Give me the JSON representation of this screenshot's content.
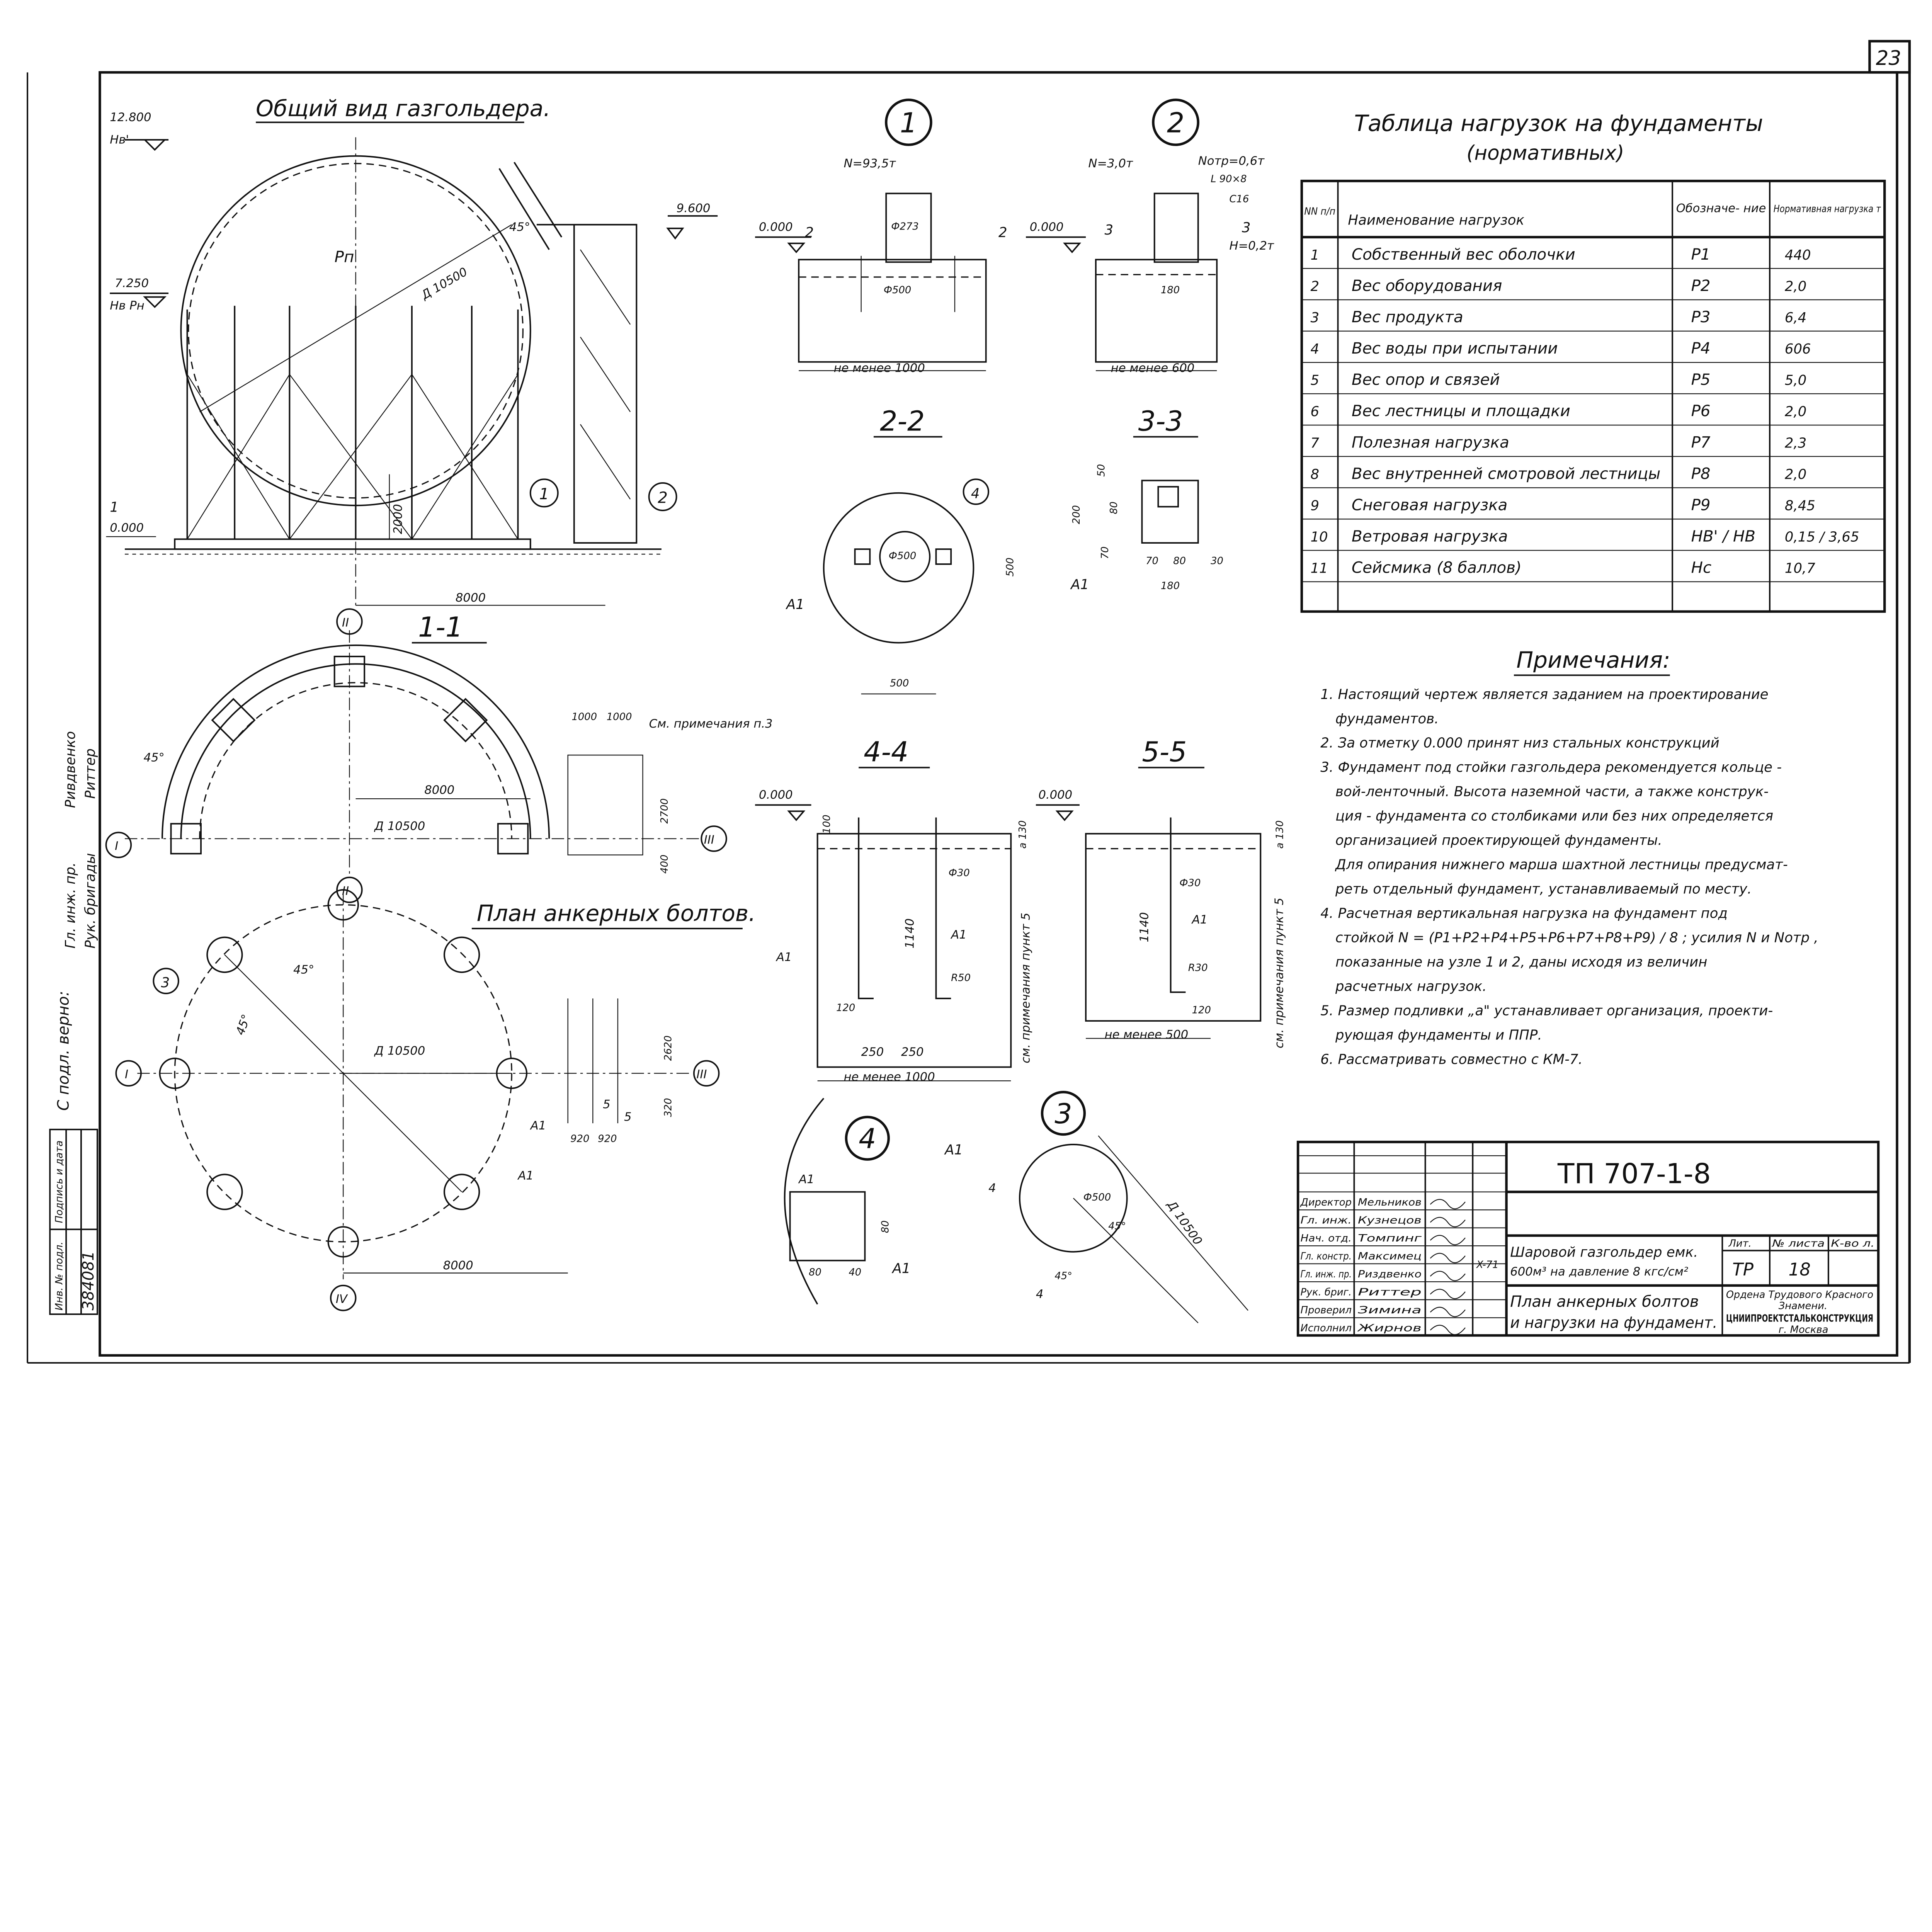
{
  "sheet_number": "23",
  "general_view": {
    "title": "Общий вид газгольдера.",
    "el_12800": "12.800",
    "hb_top": "Нв'",
    "el_9600": "9.600",
    "el_7250": "7.250",
    "hb_pn": "Нв Рн",
    "pn": "Рп",
    "diameter": "Д 10500",
    "angle": "45°",
    "h2000": "2000",
    "el_0": "0.000",
    "w8000": "8000",
    "sec_mark": "1",
    "node1": "1",
    "node2": "2"
  },
  "node1": {
    "num": "1",
    "force": "N=93,5т",
    "el": "0.000",
    "sec_l": "2",
    "sec_r": "2",
    "pipe": "Ф273",
    "base": "Ф500",
    "width": "не менее 1000"
  },
  "node2": {
    "num": "2",
    "force": "N=3,0т",
    "force_otr": "Nотр=0,6т",
    "angle": "L 90×8",
    "channel": "С16",
    "el": "0.000",
    "sec_l": "3",
    "sec_r": "3",
    "h_force": "Н=0,2т",
    "w180": "180",
    "width": "не менее 600"
  },
  "sec22": {
    "title": "2-2",
    "node": "4",
    "diam": "Ф500",
    "h500": "500",
    "w500": "500",
    "a1": "А1"
  },
  "sec33": {
    "title": "3-3",
    "d50": "50",
    "d80": "80",
    "d200": "200",
    "d70": "70",
    "w70": "70",
    "w80": "80",
    "w30": "30",
    "w180": "180",
    "a1": "А1"
  },
  "plan11": {
    "title": "1-1",
    "axis_top": "II",
    "axis_left": "I",
    "axis_right": "III",
    "axis_bottom": "II",
    "angle": "45°",
    "r8000": "8000",
    "diam": "Д 10500",
    "d1000a": "1000",
    "d1000b": "1000",
    "note_ref": "См. примечания п.3",
    "d2700": "2700",
    "d400": "400"
  },
  "bolt_plan": {
    "title": "План анкерных болтов.",
    "node3": "3",
    "angle1": "45°",
    "angle2": "45°",
    "diam": "Д 10500",
    "axis_left": "I",
    "axis_right": "III",
    "axis_bottom": "IV",
    "d2620": "2620",
    "d320": "320",
    "a1_left": "А1",
    "a1_right": "А1",
    "d920a": "920",
    "d920b": "920",
    "sec5a": "5",
    "sec5b": "5",
    "r8000": "8000"
  },
  "sec44": {
    "title": "4-4",
    "el": "0.000",
    "d100": "100",
    "bolt": "Ф30",
    "len": "1140",
    "a1": "А1",
    "a1_left": "А1",
    "r": "R50",
    "d120": "120",
    "w250a": "250",
    "w250b": "250",
    "width": "не менее 1000",
    "a130": "а 130",
    "note": "см. примечания пункт 5"
  },
  "sec55": {
    "title": "5-5",
    "el": "0.000",
    "bolt": "Ф30",
    "len": "1140",
    "a1": "А1",
    "r": "R30",
    "d120": "120",
    "width": "не менее 500",
    "a130": "а 130",
    "note": "см. примечания пункт 5"
  },
  "node4": {
    "num": "4",
    "a1_top": "А1",
    "a1": "А1",
    "h80": "80",
    "w80": "80",
    "w40": "40"
  },
  "node3": {
    "num": "3",
    "a1": "А1",
    "sec_a": "4",
    "sec_b": "4",
    "diam": "Ф500",
    "angle1": "45°",
    "angle2": "45°",
    "big_diam": "Д 10500"
  },
  "load_table": {
    "title": "Таблица нагрузок на фундаменты",
    "subtitle": "(нормативных)",
    "headers": {
      "num": "NN п/п",
      "name": "Наименование нагрузок",
      "symbol": "Обозначе- ние",
      "value": "Нормативная нагрузка т"
    },
    "rows": [
      {
        "num": "1",
        "name": "Собственный вес оболочки",
        "symbol": "P1",
        "value": "440"
      },
      {
        "num": "2",
        "name": "Вес оборудования",
        "symbol": "P2",
        "value": "2,0"
      },
      {
        "num": "3",
        "name": "Вес продукта",
        "symbol": "P3",
        "value": "6,4"
      },
      {
        "num": "4",
        "name": "Вес воды при испытании",
        "symbol": "P4",
        "value": "606"
      },
      {
        "num": "5",
        "name": "Вес опор и связей",
        "symbol": "P5",
        "value": "5,0"
      },
      {
        "num": "6",
        "name": "Вес лестницы и площадки",
        "symbol": "P6",
        "value": "2,0"
      },
      {
        "num": "7",
        "name": "Полезная нагрузка",
        "symbol": "P7",
        "value": "2,3"
      },
      {
        "num": "8",
        "name": "Вес внутренней смотровой лестницы",
        "symbol": "P8",
        "value": "2,0"
      },
      {
        "num": "9",
        "name": "Снеговая нагрузка",
        "symbol": "P9",
        "value": "8,45"
      },
      {
        "num": "10",
        "name": "Ветровая нагрузка",
        "symbol": "НВ' / НВ",
        "value": "0,15 / 3,65"
      },
      {
        "num": "11",
        "name": "Сейсмика (8 баллов)",
        "symbol": "Нс",
        "value": "10,7"
      }
    ]
  },
  "notes": {
    "title": "Примечания:",
    "lines": [
      "1. Настоящий чертеж является заданием на проектирование",
      "фундаментов.",
      "2. За отметку 0.000 принят низ стальных конструкций",
      "3. Фундамент под стойки газгольдера рекомендуется кольце -",
      "вой-ленточный. Высота наземной части, а также конструк-",
      "ция - фундамента со столбиками или без них определяется",
      "организацией проектирующей фундаменты.",
      "Для опирания нижнего марша шахтной лестницы предусмат-",
      "реть отдельный фундамент, устанавливаемый по месту.",
      "4. Расчетная вертикальная нагрузка на фундамент под",
      "стойкой N = (P1+P2+P4+P5+P6+P7+P8+P9) / 8 ; усилия N и Nотр ,",
      "показанные на узле 1 и 2, даны исходя из величин",
      "расчетных нагрузок.",
      "5. Размер подливки „а\" устанавливает организация, проекти-",
      "рующая фундаменты и ППР.",
      "6. Рассматривать совместно с КМ-7."
    ]
  },
  "title_block": {
    "code": "ТП 707-1-8",
    "staff": [
      {
        "role": "Директор",
        "name": "Мельников"
      },
      {
        "role": "Гл. инж.",
        "name": "Кузнецов"
      },
      {
        "role": "Нач. отд.",
        "name": "Томпинг"
      },
      {
        "role": "Гл. констр.",
        "name": "Максимец"
      },
      {
        "role": "Гл. инж. пр.",
        "name": "Риздвенко"
      },
      {
        "role": "Рук. бриг.",
        "name": "Риттер"
      },
      {
        "role": "Проверил",
        "name": "Зимина"
      },
      {
        "role": "Исполнил",
        "name": "Жирнов"
      }
    ],
    "date": "X-71",
    "object": "Шаровой газгольдер емк.",
    "object2": "600м³ на давление 8 кгс/см²",
    "sheet_title": "План анкерных болтов",
    "sheet_title2": "и нагрузки на фундамент.",
    "lit_label": "Лит.",
    "sheet_label": "№ листа",
    "count_label": "К-во л.",
    "lit": "ТР",
    "sheet": "18",
    "org1": "Ордена Трудового Красного",
    "org2": "Знамени.",
    "org3": "ЦНИИПРОЕКТСТАЛЬКОНСТРУКЦИЯ",
    "org4": "г. Москва"
  },
  "side_strip": {
    "chief": "Гл. инж. пр.",
    "chief_name": "Ривдвенко",
    "lead": "Рук. бригады",
    "lead_name": "Риттер",
    "copy": "С подл. верно:",
    "inv_label": "Инв. № подл.",
    "sign_label": "Подпись и дата",
    "inv_number": "384081"
  }
}
